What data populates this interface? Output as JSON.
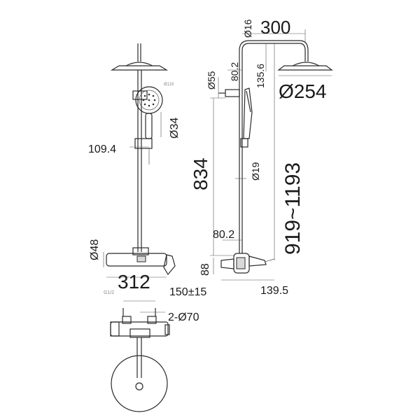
{
  "dimensions": {
    "d16": "Ø16",
    "w300": "300",
    "d55": "Ø55",
    "h80_2_top": "80.2",
    "h135_6": "135.6",
    "d254": "Ø254",
    "d34": "Ø34",
    "d119": "Ø119",
    "w109_4": "109.4",
    "h834": "834",
    "d19": "Ø19",
    "h919_1193": "919~1193",
    "w80_2_bottom": "80.2",
    "d48": "Ø48",
    "h88": "88",
    "w312": "312",
    "w139_5": "139.5",
    "w150_15": "150±15",
    "d2_70": "2-Ø70",
    "g1_2": "G1/2"
  }
}
